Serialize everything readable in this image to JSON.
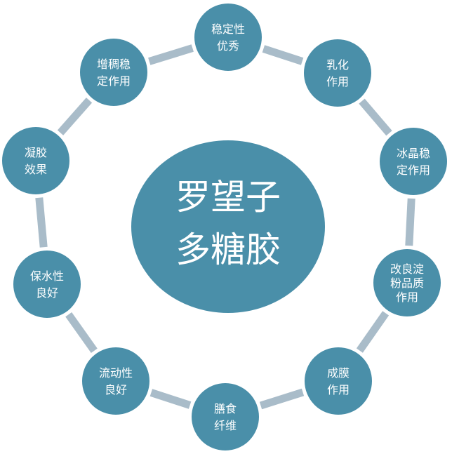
{
  "center": {
    "lines": [
      "罗望子",
      "多糖胶"
    ]
  },
  "nodes": [
    {
      "lines": [
        "稳定性",
        "优秀"
      ]
    },
    {
      "lines": [
        "乳化",
        "作用"
      ]
    },
    {
      "lines": [
        "冰晶稳",
        "定作用"
      ]
    },
    {
      "lines": [
        "改良淀",
        "粉品质",
        "作用"
      ]
    },
    {
      "lines": [
        "成膜",
        "作用"
      ]
    },
    {
      "lines": [
        "膳食",
        "纤维"
      ]
    },
    {
      "lines": [
        "流动性",
        "良好"
      ]
    },
    {
      "lines": [
        "保水性",
        "良好"
      ]
    },
    {
      "lines": [
        "凝胶",
        "效果"
      ]
    },
    {
      "lines": [
        "增稠稳",
        "定作用"
      ]
    }
  ],
  "colors": {
    "node": "#4a8fa9",
    "ring": "#a9bcc9",
    "text": "#ffffff"
  }
}
